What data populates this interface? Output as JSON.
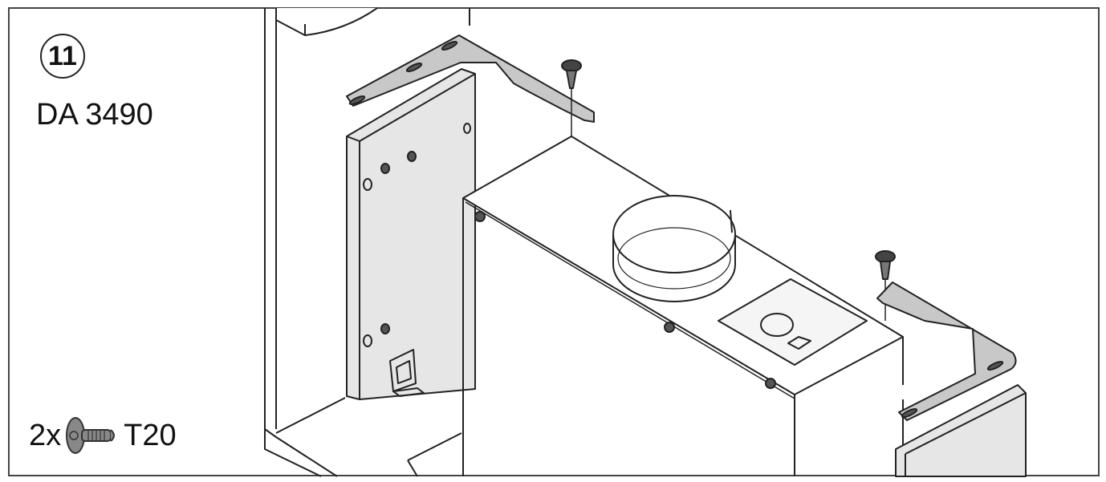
{
  "step": {
    "number": "11",
    "model": "DA 3490"
  },
  "fasteners": {
    "quantity": "2x",
    "icon": "torx-screw-icon",
    "drive": "T20"
  },
  "illustration": {
    "parts": [
      "left-panel",
      "mounting-bracket-left",
      "mounting-bracket-right",
      "fan-housing-box",
      "duct-collar",
      "control-plate",
      "right-panel",
      "screw-left",
      "screw-right"
    ],
    "colors": {
      "line": "#222222",
      "panel_fill": "#e6e6e6",
      "bracket_fill": "#c8c8c8",
      "screw_fill": "#555555",
      "frame": "#444444"
    }
  }
}
